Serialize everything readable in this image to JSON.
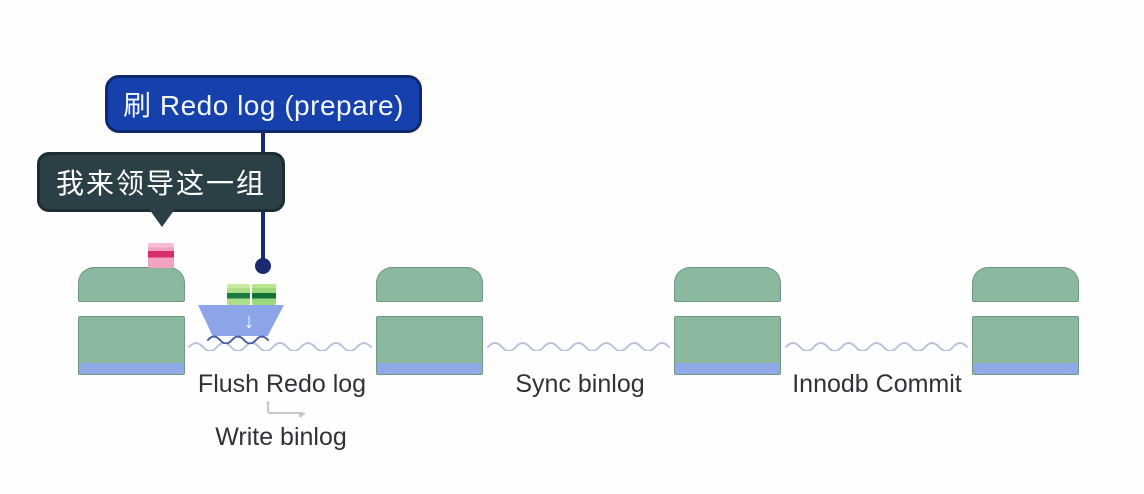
{
  "bubbles": {
    "prepare": {
      "text": "刷 Redo log (prepare)"
    },
    "leader": {
      "text": "我来领导这一组"
    }
  },
  "labels": {
    "flush_redo": "Flush Redo log",
    "write_binlog": "Write binlog",
    "sync_binlog": "Sync binlog",
    "innodb_commit": "Innodb Commit"
  },
  "icons": {
    "boat_down_arrow": "↓"
  },
  "colors": {
    "prepare_bubble_bg": "#1641ad",
    "leader_bubble_bg": "#2b3f47",
    "connector": "#1b2a70",
    "pillar_green": "#8ab9a0",
    "pillar_base_blue": "#8fa9e6",
    "boat_blue": "#8ba5e8",
    "water_line": "#b8c4de",
    "boat_wake": "#4a5e9e",
    "pink_crate": "#f2a3c0",
    "pink_crate_band": "#d62e6c",
    "cargo_green": "#aede8c",
    "cargo_band": "#1d7a41",
    "label_text": "#2f3338",
    "flow_arrow": "#c6c6c6"
  }
}
